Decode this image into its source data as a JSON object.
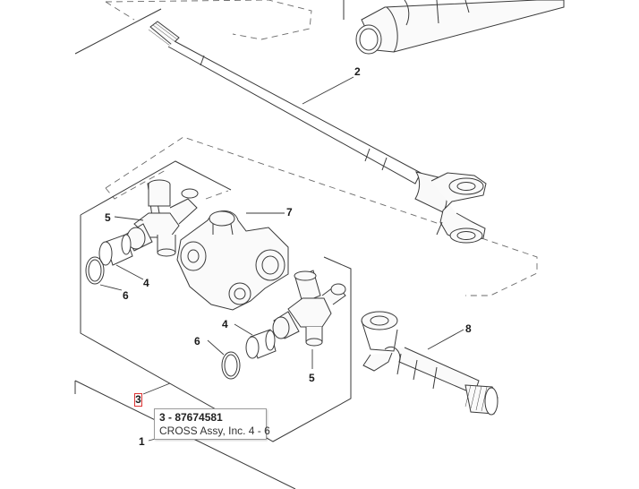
{
  "callouts": {
    "c1": "1",
    "c2": "2",
    "c3": "3",
    "c4a": "4",
    "c4b": "4",
    "c5a": "5",
    "c5b": "5",
    "c6a": "6",
    "c6b": "6",
    "c7": "7",
    "c8": "8"
  },
  "tooltip": {
    "title": "3 - 87674581",
    "description": "CROSS Assy, Inc. 4 - 6"
  },
  "colors": {
    "line": "#3a3a3a",
    "dashed": "#6a6a6a",
    "highlight": "#dd3333"
  }
}
